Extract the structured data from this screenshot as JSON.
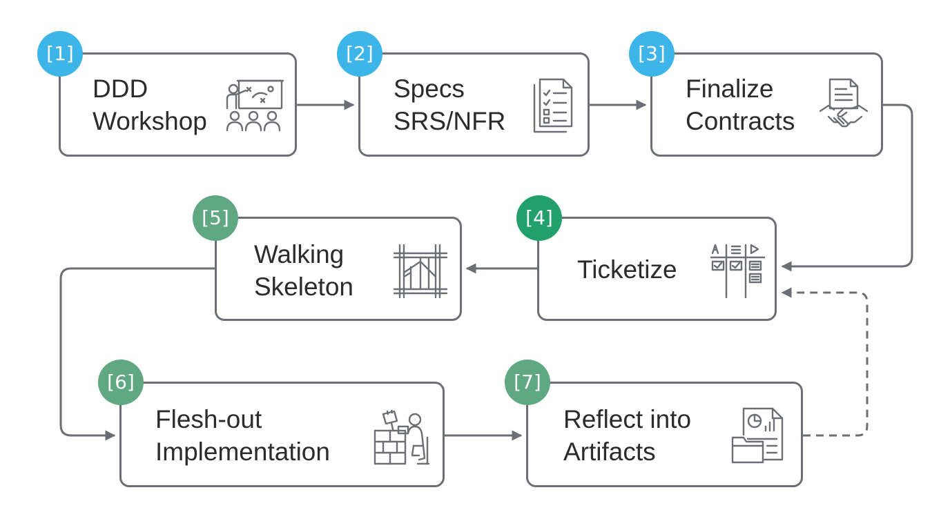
{
  "colors": {
    "stroke": "#6b6e72",
    "text": "#2b2b2b",
    "badge_blue": "#3db5e8",
    "badge_teal": "#22a06b",
    "badge_green": "#5fa882"
  },
  "steps": [
    {
      "badge": "[1]",
      "badge_color": "#3db5e8",
      "lines": [
        "DDD",
        "Workshop"
      ],
      "icon": "workshop-presentation-icon"
    },
    {
      "badge": "[2]",
      "badge_color": "#3db5e8",
      "lines": [
        "Specs",
        "SRS/NFR"
      ],
      "icon": "checklist-documents-icon"
    },
    {
      "badge": "[3]",
      "badge_color": "#3db5e8",
      "lines": [
        "Finalize",
        "Contracts"
      ],
      "icon": "contract-handshake-icon"
    },
    {
      "badge": "[4]",
      "badge_color": "#22a06b",
      "lines": [
        "Ticketize"
      ],
      "icon": "kanban-board-icon"
    },
    {
      "badge": "[5]",
      "badge_color": "#5fa882",
      "lines": [
        "Walking",
        "Skeleton"
      ],
      "icon": "scaffold-frame-icon"
    },
    {
      "badge": "[6]",
      "badge_color": "#5fa882",
      "lines": [
        "Flesh-out",
        "Implementation"
      ],
      "icon": "developer-desk-icon"
    },
    {
      "badge": "[7]",
      "badge_color": "#5fa882",
      "lines": [
        "Reflect into",
        "Artifacts"
      ],
      "icon": "report-folder-icon"
    }
  ],
  "connections": [
    {
      "from": "[1]",
      "to": "[2]",
      "style": "solid"
    },
    {
      "from": "[2]",
      "to": "[3]",
      "style": "solid"
    },
    {
      "from": "[3]",
      "to": "[4]",
      "style": "solid"
    },
    {
      "from": "[4]",
      "to": "[5]",
      "style": "solid"
    },
    {
      "from": "[5]",
      "to": "[6]",
      "style": "solid"
    },
    {
      "from": "[6]",
      "to": "[7]",
      "style": "solid"
    },
    {
      "from": "[7]",
      "to": "[4]",
      "style": "dashed"
    }
  ]
}
